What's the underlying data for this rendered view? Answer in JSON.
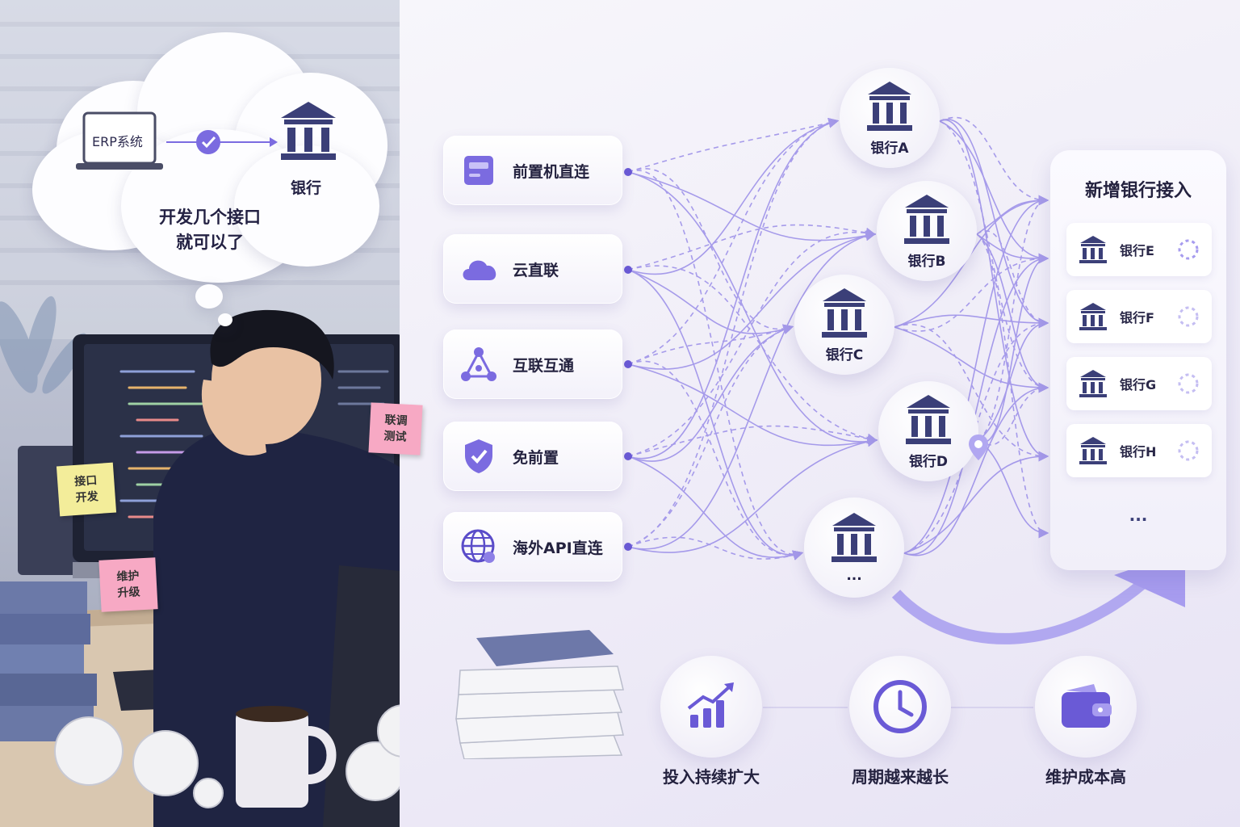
{
  "thought": {
    "erp_label": "ERP系统",
    "bank_label": "银行",
    "text_line1": "开发几个接口",
    "text_line2": "就可以了"
  },
  "sticky_notes": [
    {
      "line1": "接口",
      "line2": "开发",
      "color": "#f3ed9a"
    },
    {
      "line1": "联调",
      "line2": "测试",
      "color": "#f7a9c4"
    },
    {
      "line1": "维护",
      "line2": "升级",
      "color": "#f7a9c4"
    }
  ],
  "channels": [
    {
      "label": "前置机直连",
      "icon": "server-icon"
    },
    {
      "label": "云直联",
      "icon": "cloud-icon"
    },
    {
      "label": "互联互通",
      "icon": "network-icon"
    },
    {
      "label": "免前置",
      "icon": "shield-check-icon"
    },
    {
      "label": "海外API直连",
      "icon": "globe-icon"
    }
  ],
  "banks": [
    {
      "label": "银行A"
    },
    {
      "label": "银行B"
    },
    {
      "label": "银行C"
    },
    {
      "label": "银行D"
    },
    {
      "label": "..."
    }
  ],
  "new_banks": {
    "title": "新增银行接入",
    "items": [
      {
        "label": "银行E"
      },
      {
        "label": "银行F"
      },
      {
        "label": "银行G"
      },
      {
        "label": "银行H"
      }
    ],
    "more": "..."
  },
  "stats": [
    {
      "label": "投入持续扩大",
      "icon": "growth-chart-icon"
    },
    {
      "label": "周期越来越长",
      "icon": "clock-icon"
    },
    {
      "label": "维护成本高",
      "icon": "wallet-icon"
    }
  ],
  "colors": {
    "accent": "#7b6be0",
    "accent_dark": "#4a3fb8",
    "line": "#8d7fe6"
  }
}
